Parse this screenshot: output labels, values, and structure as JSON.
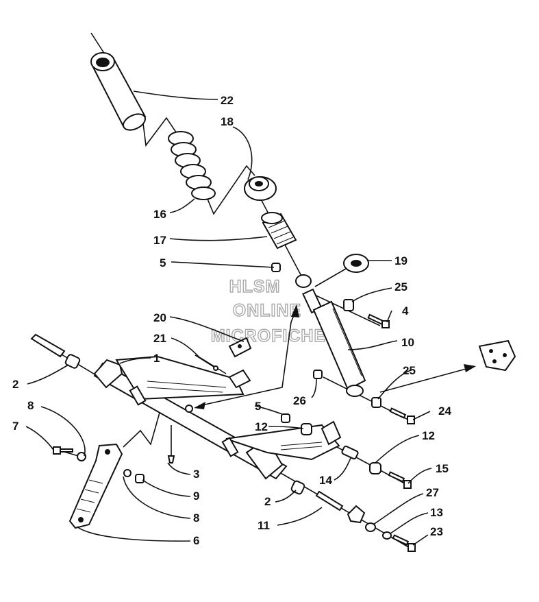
{
  "watermark": [
    "HLSM",
    "ONLINE",
    "MICROFICHE"
  ],
  "callouts": {
    "c1": "1",
    "c2a": "2",
    "c2b": "2",
    "c3": "3",
    "c4": "4",
    "c5a": "5",
    "c5b": "5",
    "c6": "6",
    "c7": "7",
    "c8a": "8",
    "c8b": "8",
    "c9": "9",
    "c10": "10",
    "c11": "11",
    "c12a": "12",
    "c12b": "12",
    "c13": "13",
    "c14": "14",
    "c15": "15",
    "c16": "16",
    "c17": "17",
    "c18": "18",
    "c19": "19",
    "c20": "20",
    "c21": "21",
    "c22": "22",
    "c23": "23",
    "c24": "24",
    "c25a": "25",
    "c25b": "25",
    "c26": "26",
    "c27": "27"
  }
}
